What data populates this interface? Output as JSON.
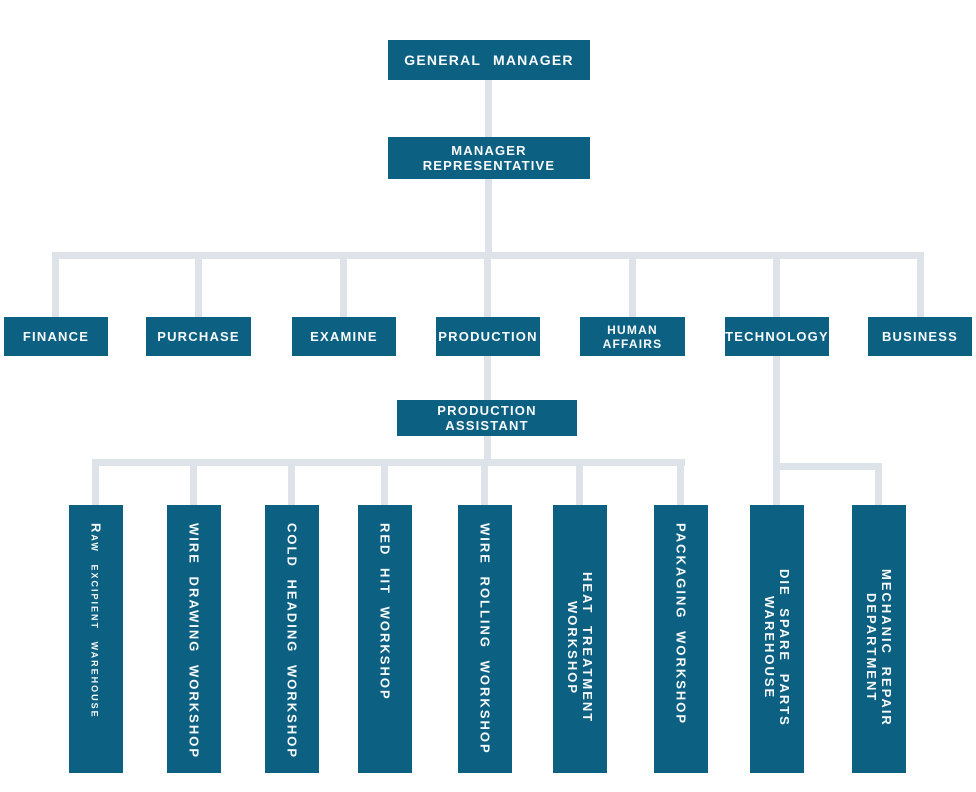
{
  "colors": {
    "node_fill": "#0c6183",
    "connector": "#dde3e8",
    "label_text": "#f7f9fa",
    "background": "#ffffff"
  },
  "top_nodes": {
    "general_manager": {
      "label": "GENERAL MANAGER"
    },
    "manager_representative": {
      "label": "MANAGER REPRESENTATIVE"
    }
  },
  "departments": [
    {
      "label": "FINANCE"
    },
    {
      "label": "PURCHASE"
    },
    {
      "label": "EXAMINE"
    },
    {
      "label": "PRODUCTION"
    },
    {
      "label": "HUMAN AFFAIRS"
    },
    {
      "label": "TECHNOLOGY"
    },
    {
      "label": "BUSINESS"
    }
  ],
  "production_assistant": {
    "label": "PRODUCTION ASSISTANT"
  },
  "production_units": [
    {
      "label": "Raw excipient warehouse"
    },
    {
      "label": "WIRE DRAWING WORKSHOP"
    },
    {
      "label": "COLD HEADING WORKSHOP"
    },
    {
      "label": "RED HIT WORKSHOP"
    },
    {
      "label": "WIRE ROLLING WORKSHOP"
    },
    {
      "label": "HEAT TREATMENT WORKSHOP"
    },
    {
      "label": "PACKAGING WORKSHOP"
    }
  ],
  "technology_units": [
    {
      "label": "DIE SPARE PARTS WAREHOUSE"
    },
    {
      "label": "MECHANIC REPAIR DEPARTMENT"
    }
  ]
}
